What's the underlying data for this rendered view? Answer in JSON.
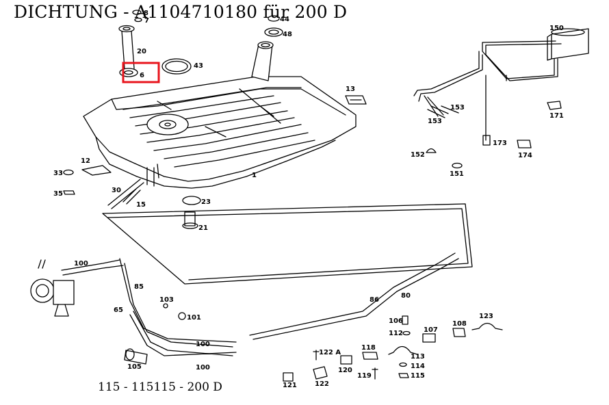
{
  "title": "DICHTUNG  - A1104710180 für 200 D",
  "footer": "115 - 115115 - 200 D",
  "highlight_color": "#e8141c",
  "parts": [
    {
      "id": "p6",
      "label": "6"
    },
    {
      "id": "p7",
      "label": "7"
    },
    {
      "id": "p8",
      "label": "8"
    },
    {
      "id": "p20",
      "label": "20"
    },
    {
      "id": "p43",
      "label": "43"
    },
    {
      "id": "p44",
      "label": "44"
    },
    {
      "id": "p48",
      "label": "48"
    },
    {
      "id": "p13",
      "label": "13"
    },
    {
      "id": "p150",
      "label": "150"
    },
    {
      "id": "p153a",
      "label": "153"
    },
    {
      "id": "p153b",
      "label": "153"
    },
    {
      "id": "p171",
      "label": "171"
    },
    {
      "id": "p173",
      "label": "173"
    },
    {
      "id": "p174",
      "label": "174"
    },
    {
      "id": "p152",
      "label": "152"
    },
    {
      "id": "p151",
      "label": "151"
    },
    {
      "id": "p1",
      "label": "1"
    },
    {
      "id": "p12",
      "label": "12"
    },
    {
      "id": "p33",
      "label": "33"
    },
    {
      "id": "p35",
      "label": "35"
    },
    {
      "id": "p30",
      "label": "30"
    },
    {
      "id": "p15",
      "label": "15"
    },
    {
      "id": "p23",
      "label": "23"
    },
    {
      "id": "p21",
      "label": "21"
    },
    {
      "id": "p100a",
      "label": "100"
    },
    {
      "id": "p85",
      "label": "85"
    },
    {
      "id": "p65",
      "label": "65"
    },
    {
      "id": "p103",
      "label": "103"
    },
    {
      "id": "p101",
      "label": "101"
    },
    {
      "id": "p86",
      "label": "86"
    },
    {
      "id": "p80",
      "label": "80"
    },
    {
      "id": "p100b",
      "label": "100"
    },
    {
      "id": "p100c",
      "label": "100"
    },
    {
      "id": "p105",
      "label": "105"
    },
    {
      "id": "p106",
      "label": "106"
    },
    {
      "id": "p112",
      "label": "112"
    },
    {
      "id": "p107",
      "label": "107"
    },
    {
      "id": "p108",
      "label": "108"
    },
    {
      "id": "p123",
      "label": "123"
    },
    {
      "id": "p122A",
      "label": "122 A"
    },
    {
      "id": "p118",
      "label": "118"
    },
    {
      "id": "p113",
      "label": "113"
    },
    {
      "id": "p114",
      "label": "114"
    },
    {
      "id": "p115",
      "label": "115"
    },
    {
      "id": "p120",
      "label": "120"
    },
    {
      "id": "p119",
      "label": "119"
    },
    {
      "id": "p121",
      "label": "121"
    },
    {
      "id": "p122",
      "label": "122"
    }
  ]
}
